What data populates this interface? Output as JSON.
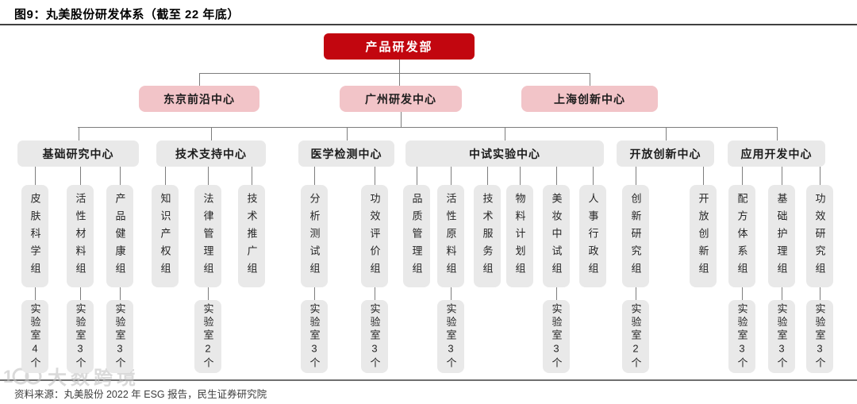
{
  "figure": {
    "title": "图9：丸美股份研发体系（截至 22 年底）",
    "source": "资料来源：丸美股份 2022 年 ESG 报告，民生证券研究院",
    "watermark": "大数跨境"
  },
  "colors": {
    "brand_red": "#c2060f",
    "pink_bg": "#f2c4c8",
    "gray_bg": "#e9e9e9",
    "box_text": "#1c1c1c",
    "line_gray": "#7d7d7d",
    "root_text": "#ffffff"
  },
  "org": {
    "root": {
      "label": "产品研发部"
    },
    "branches": [
      {
        "label": "东京前沿中心"
      },
      {
        "label": "广州研发中心"
      },
      {
        "label": "上海创新中心"
      }
    ],
    "centers": [
      {
        "label": "基础研究中心",
        "groups": [
          {
            "label": "皮肤科学组",
            "lab_label": "实验室4个",
            "lab_count": 4
          },
          {
            "label": "活性材料组",
            "lab_label": "实验室3个",
            "lab_count": 3
          },
          {
            "label": "产品健康组",
            "lab_label": "实验室3个",
            "lab_count": 3
          }
        ]
      },
      {
        "label": "技术支持中心",
        "groups": [
          {
            "label": "知识产权组",
            "lab_label": null,
            "lab_count": null
          },
          {
            "label": "法律管理组",
            "lab_label": "实验室2个",
            "lab_count": 2
          },
          {
            "label": "技术推广组",
            "lab_label": null,
            "lab_count": null
          }
        ]
      },
      {
        "label": "医学检测中心",
        "groups": [
          {
            "label": "分析测试组",
            "lab_label": "实验室3个",
            "lab_count": 3
          },
          {
            "label": "功效评价组",
            "lab_label": "实验室3个",
            "lab_count": 3
          }
        ]
      },
      {
        "label": "中试实验中心",
        "groups": [
          {
            "label": "品质管理组",
            "lab_label": null,
            "lab_count": null
          },
          {
            "label": "活性原料组",
            "lab_label": "实验室3个",
            "lab_count": 3
          },
          {
            "label": "技术服务组",
            "lab_label": null,
            "lab_count": null
          },
          {
            "label": "物料计划组",
            "lab_label": null,
            "lab_count": null
          },
          {
            "label": "美妆中试组",
            "lab_label": "实验室3个",
            "lab_count": 3
          },
          {
            "label": "人事行政组",
            "lab_label": null,
            "lab_count": null
          }
        ]
      },
      {
        "label": "开放创新中心",
        "groups": [
          {
            "label": "创新研究组",
            "lab_label": "实验室2个",
            "lab_count": 2
          },
          {
            "label": "开放创新组",
            "lab_label": null,
            "lab_count": null
          }
        ]
      },
      {
        "label": "应用开发中心",
        "groups": [
          {
            "label": "配方体系组",
            "lab_label": "实验室3个",
            "lab_count": 3
          },
          {
            "label": "基础护理组",
            "lab_label": "实验室3个",
            "lab_count": 3
          },
          {
            "label": "功效研究组",
            "lab_label": "实验室3个",
            "lab_count": 3
          }
        ]
      }
    ]
  }
}
